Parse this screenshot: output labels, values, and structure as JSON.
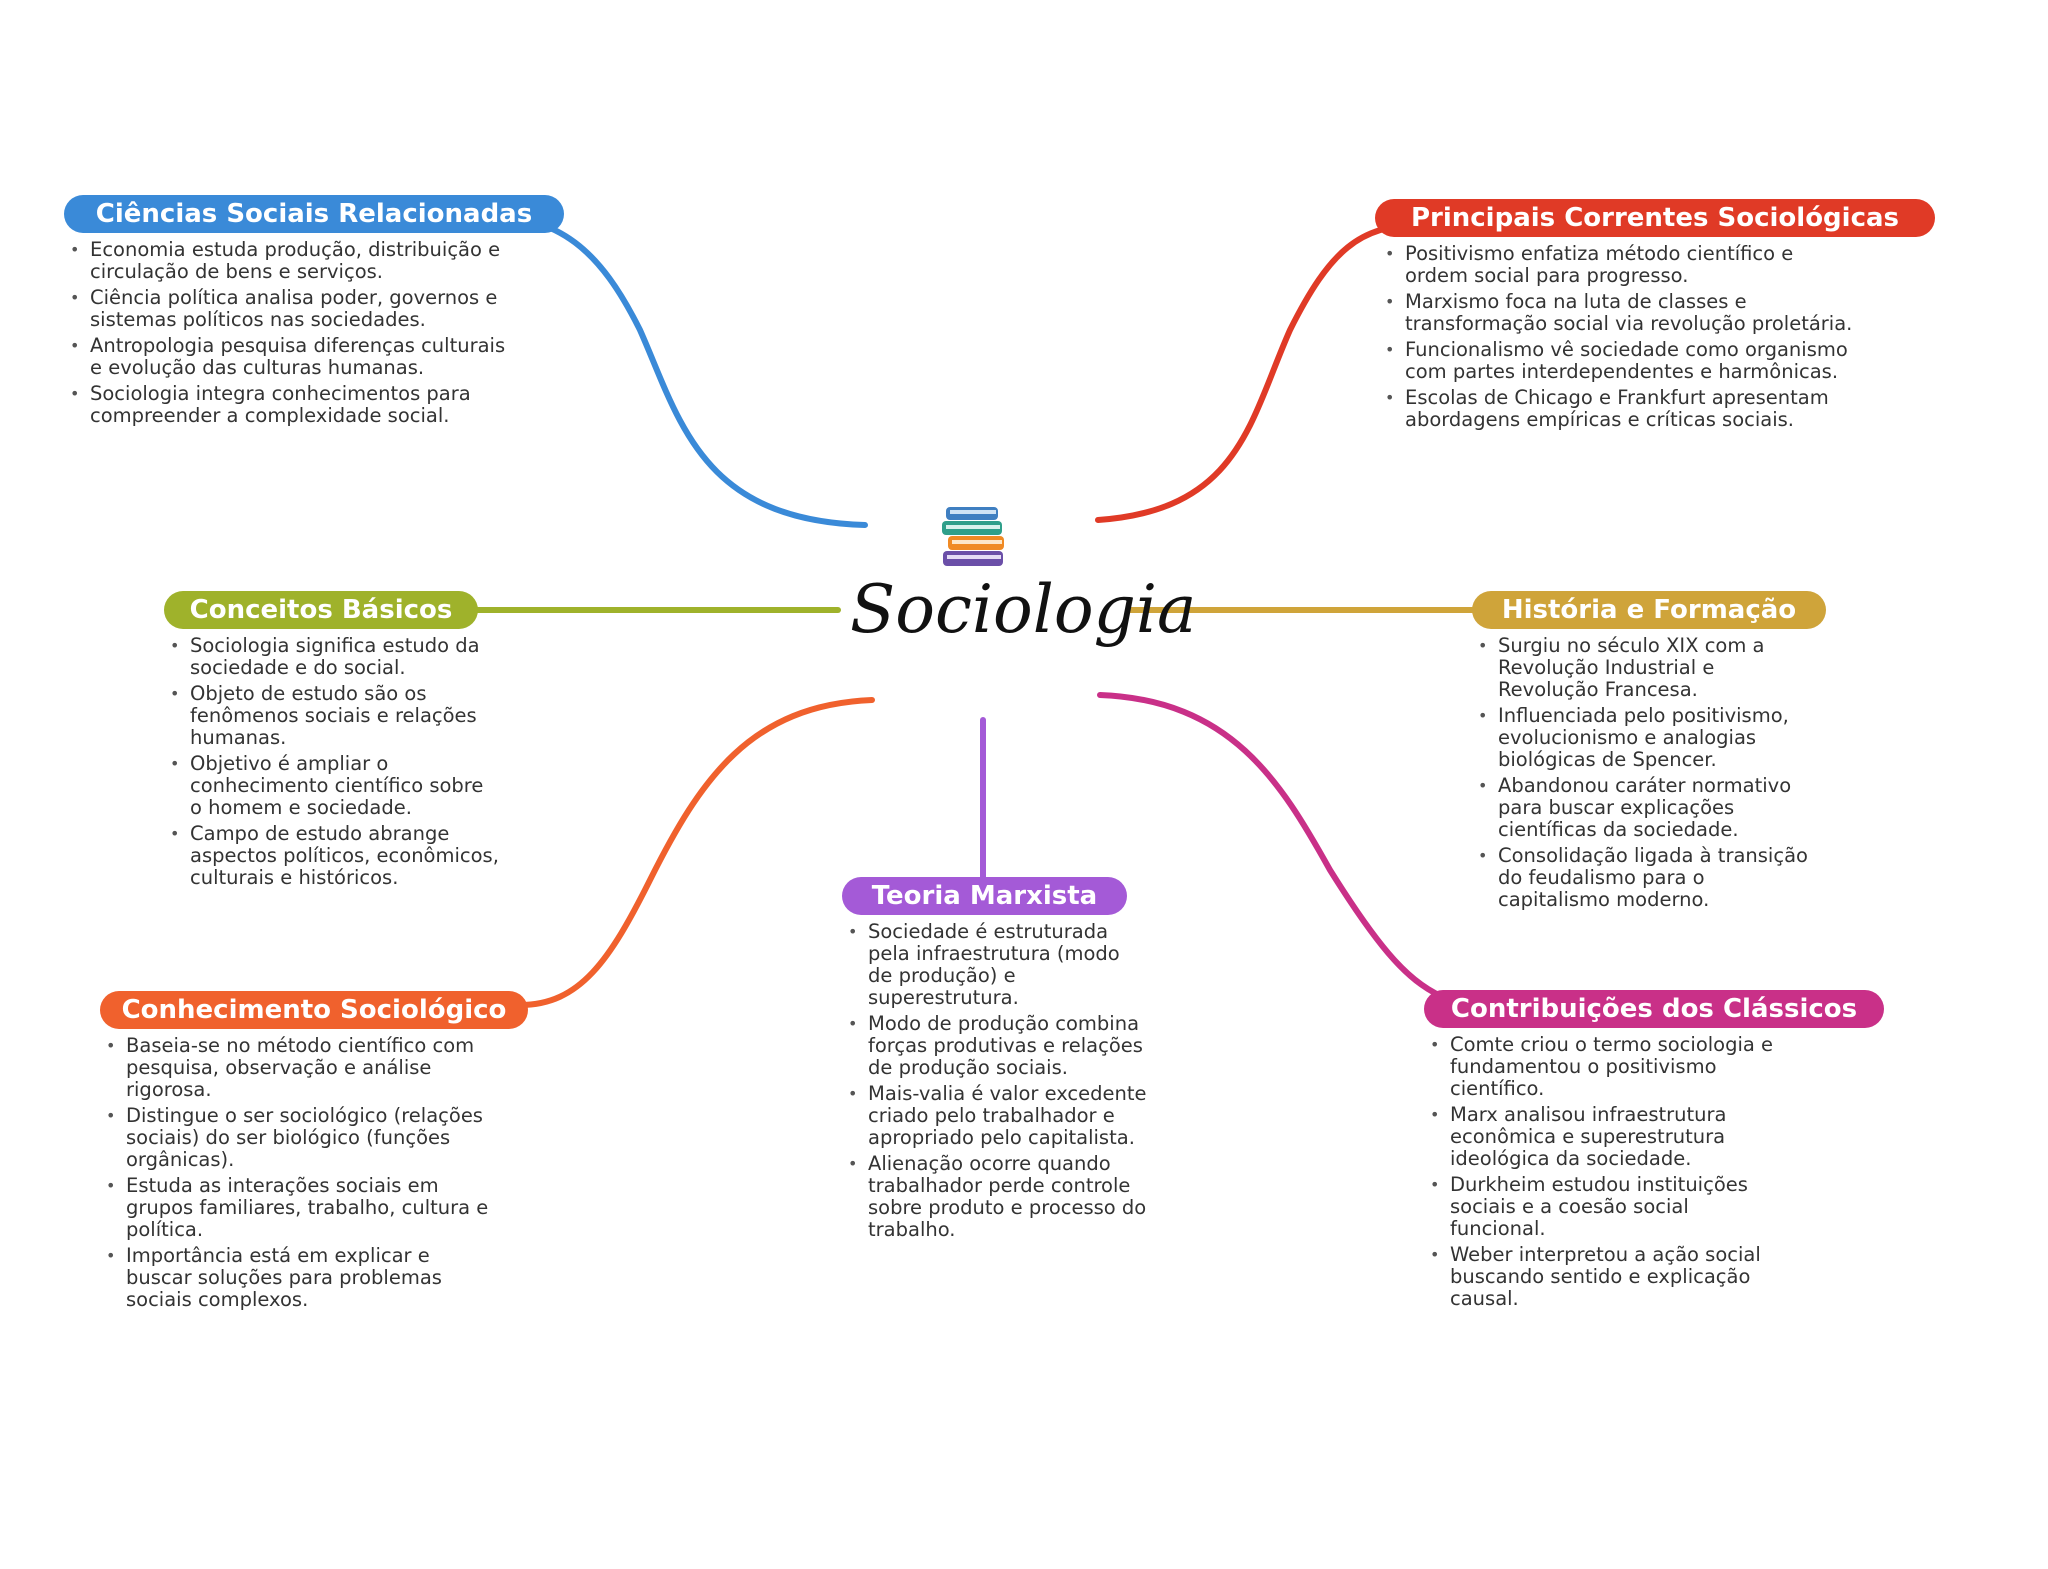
{
  "center": {
    "title": "Sociologia",
    "icon": "books-icon"
  },
  "branches": [
    {
      "id": "ciencias-sociais",
      "title": "Ciências Sociais Relacionadas",
      "color": "#3a8ad8",
      "items": [
        "Economia estuda produção, distribuição e circulação de bens e serviços.",
        "Ciência política analisa poder, governos e sistemas políticos nas sociedades.",
        "Antropologia pesquisa diferenças culturais e evolução das culturas humanas.",
        "Sociologia integra conhecimentos para compreender a complexidade social."
      ]
    },
    {
      "id": "principais-correntes",
      "title": "Principais Correntes Sociológicas",
      "color": "#e03a26",
      "items": [
        "Positivismo enfatiza método científico e ordem social para progresso.",
        "Marxismo foca na luta de classes e transformação social via revolução proletária.",
        "Funcionalismo vê sociedade como organismo com partes interdependentes e harmônicas.",
        "Escolas de Chicago e Frankfurt apresentam abordagens empíricas e críticas sociais."
      ]
    },
    {
      "id": "conceitos-basicos",
      "title": "Conceitos Básicos",
      "color": "#9fb22b",
      "items": [
        "Sociologia significa estudo da sociedade e do social.",
        "Objeto de estudo são os fenômenos sociais e relações humanas.",
        "Objetivo é ampliar o conhecimento científico sobre o homem e sociedade.",
        "Campo de estudo abrange aspectos políticos, econômicos, culturais e históricos."
      ]
    },
    {
      "id": "historia-formacao",
      "title": "História e Formação",
      "color": "#cfa43a",
      "items": [
        "Surgiu no século XIX com a Revolução Industrial e Revolução Francesa.",
        "Influenciada pelo positivismo, evolucionismo e analogias biológicas de Spencer.",
        "Abandonou caráter normativo para buscar explicações científicas da sociedade.",
        "Consolidação ligada à transição do feudalismo para o capitalismo moderno."
      ]
    },
    {
      "id": "conhecimento-sociologico",
      "title": "Conhecimento Sociológico",
      "color": "#f0612d",
      "items": [
        "Baseia-se no método científico com pesquisa, observação e análise rigorosa.",
        "Distingue o ser sociológico (relações sociais) do ser biológico (funções orgânicas).",
        "Estuda as interações sociais em grupos familiares, trabalho, cultura e política.",
        "Importância está em explicar e buscar soluções para problemas sociais complexos."
      ]
    },
    {
      "id": "teoria-marxista",
      "title": "Teoria Marxista",
      "color": "#a45ad7",
      "items": [
        "Sociedade é estruturada pela infraestrutura (modo de produção) e superestrutura.",
        "Modo de produção combina forças produtivas e relações de produção sociais.",
        "Mais-valia é valor excedente criado pelo trabalhador e apropriado pelo capitalista.",
        "Alienação ocorre quando trabalhador perde controle sobre produto e processo do trabalho."
      ]
    },
    {
      "id": "contribuicoes-classicos",
      "title": "Contribuições dos Clássicos",
      "color": "#c93088",
      "items": [
        "Comte criou o termo sociologia e fundamentou o positivismo científico.",
        "Marx analisou infraestrutura econômica e superestrutura ideológica da sociedade.",
        "Durkheim estudou instituições sociais e a coesão social funcional.",
        "Weber interpretou a ação social buscando sentido e explicação causal."
      ]
    }
  ]
}
